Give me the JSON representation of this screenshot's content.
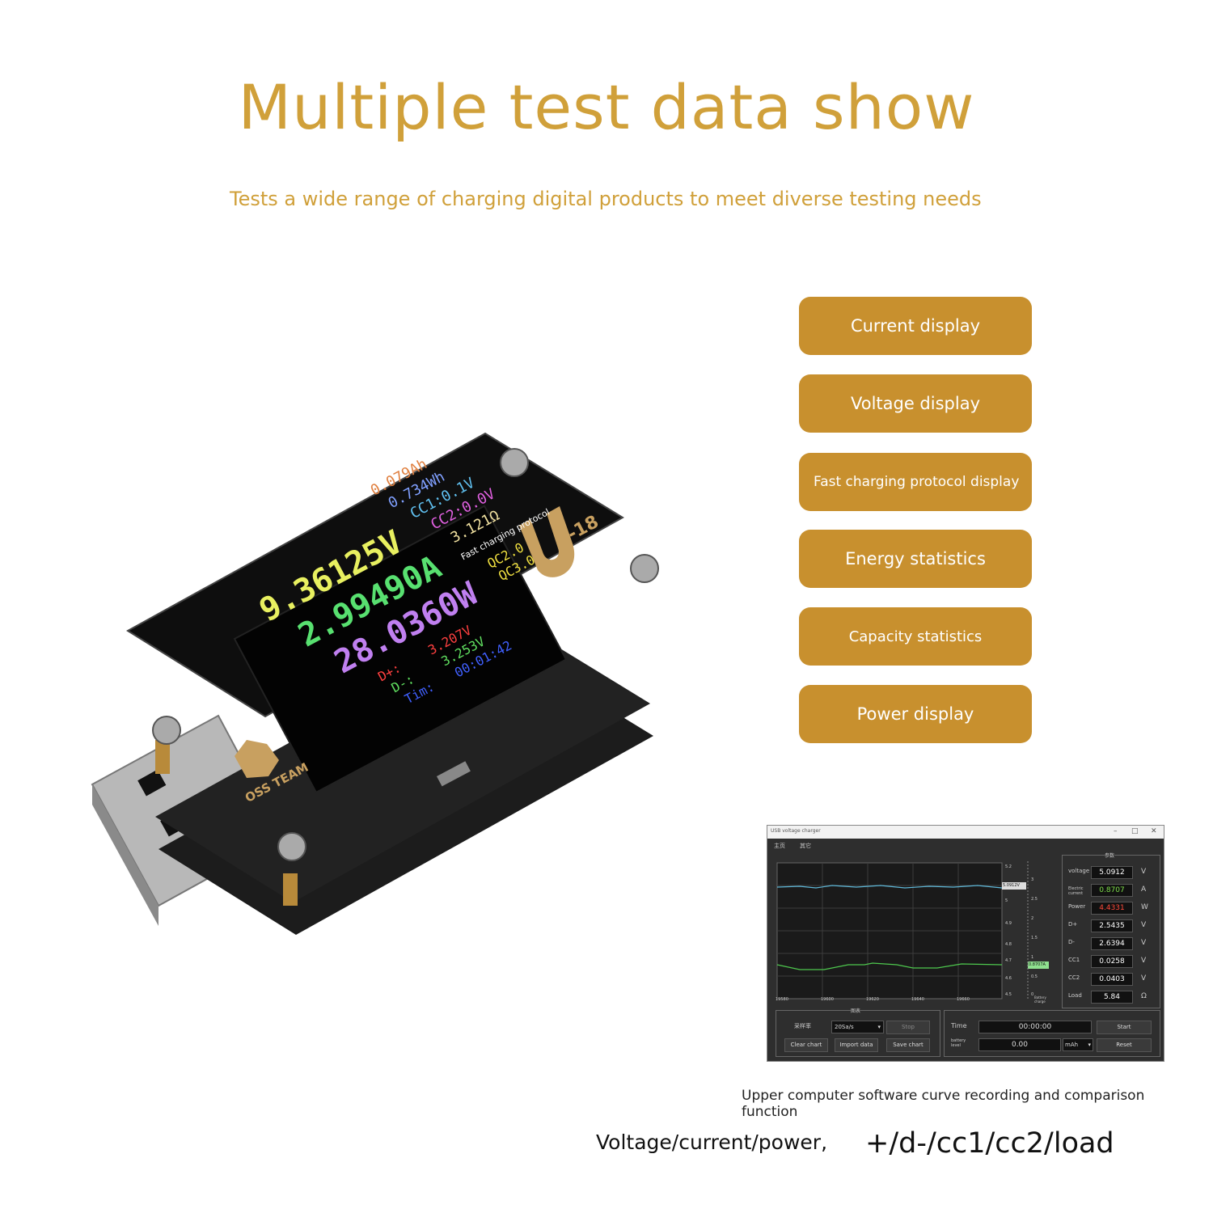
{
  "heading": {
    "title": "Multiple test data show",
    "subtitle": "Tests a wide range of charging digital products to meet diverse testing needs"
  },
  "features": [
    "Current display",
    "Voltage display",
    "Fast charging protocol display",
    "Energy statistics",
    "Capacity statistics",
    "Power display"
  ],
  "device": {
    "screen": {
      "voltage": "9.36125V",
      "current": "2.99490A",
      "power": "28.0360W",
      "capacity": "0.079Ah",
      "energy": "0.734Wh",
      "cc1": "CC1:0.1V",
      "cc2": "CC2:0.0V",
      "load": "3.121Ω",
      "protocol_label": "Fast charging protocol",
      "qc2": "QC2.0",
      "qc3": "QC3.0",
      "dplus_label": "D+:",
      "dplus_value": "3.207V",
      "dminus_label": "D-:",
      "dminus_value": "3.253V",
      "time_label": "Tim:",
      "time_value": "00:01:42"
    },
    "model": "U-18",
    "brand": "OSS TEAM"
  },
  "software": {
    "window_title": "USB voltage charger",
    "tabs": [
      "主页",
      "其它"
    ],
    "params_title": "参数",
    "params": [
      {
        "label": "voltage",
        "value": "5.0912",
        "unit": "V",
        "color": "#ffffff"
      },
      {
        "label": "Electric current",
        "value": "0.8707",
        "unit": "A",
        "color": "#7ee04a"
      },
      {
        "label": "Power",
        "value": "4.4331",
        "unit": "W",
        "color": "#ff4a3a"
      },
      {
        "label": "D+",
        "value": "2.5435",
        "unit": "V",
        "color": "#ffffff"
      },
      {
        "label": "D-",
        "value": "2.6394",
        "unit": "V",
        "color": "#ffffff"
      },
      {
        "label": "CC1",
        "value": "0.0258",
        "unit": "V",
        "color": "#ffffff"
      },
      {
        "label": "CC2",
        "value": "0.0403",
        "unit": "V",
        "color": "#ffffff"
      },
      {
        "label": "Load",
        "value": "5.84",
        "unit": "Ω",
        "color": "#ffffff"
      }
    ],
    "chart_section_title": "图表",
    "sample_rate_label": "采样率",
    "sample_rate_value": "20Sa/s",
    "stop_button": "Stop",
    "clear_chart_button": "Clear chart",
    "import_data_button": "Import data",
    "save_chart_button": "Save chart",
    "time_label": "Time",
    "time_value": "00:00:00",
    "battery_label": "battery level",
    "battery_value": "0.00",
    "battery_unit": "mAh",
    "start_button": "Start",
    "reset_button": "Reset",
    "voltage_tag": "5.0912V",
    "current_tag": "0.8707A",
    "x_ticks": [
      "19580",
      "19600",
      "19620",
      "19640",
      "19660"
    ],
    "y_left_ticks": [
      "5.2",
      "5",
      "4.9",
      "4.8",
      "4.7",
      "4.6",
      "4.5"
    ],
    "y_right_ticks": [
      "3",
      "2.5",
      "2",
      "1.5",
      "1",
      "0.5",
      "0"
    ],
    "battery_charge_label": "Battery charge",
    "colors": {
      "voltage_line": "#5fb8d8",
      "current_line": "#4ec84e"
    }
  },
  "captions": {
    "software_caption": "Upper computer software curve recording and comparison function",
    "left": "Voltage/current/power,",
    "right": "+/d-/cc1/cc2/load"
  }
}
